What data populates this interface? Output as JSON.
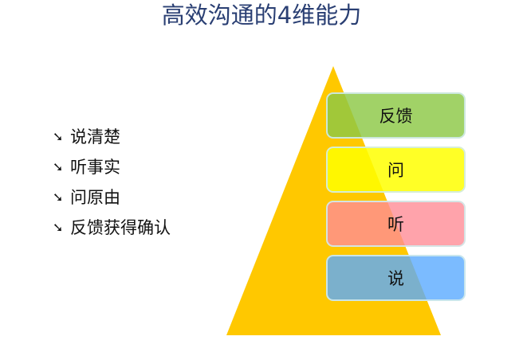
{
  "title": "高效沟通的4维能力",
  "bullets": [
    "说清楚",
    "听事实",
    "问原由",
    "反馈获得确认"
  ],
  "pyramid": {
    "levels": [
      {
        "label": "反馈",
        "color": "rgba(140,200,70,0.82)"
      },
      {
        "label": "问",
        "color": "rgba(255,255,0,0.85)"
      },
      {
        "label": "听",
        "color": "rgba(255,140,150,0.8)"
      },
      {
        "label": "说",
        "color": "rgba(90,170,255,0.8)"
      }
    ],
    "triangle_color": "#ffc800"
  }
}
